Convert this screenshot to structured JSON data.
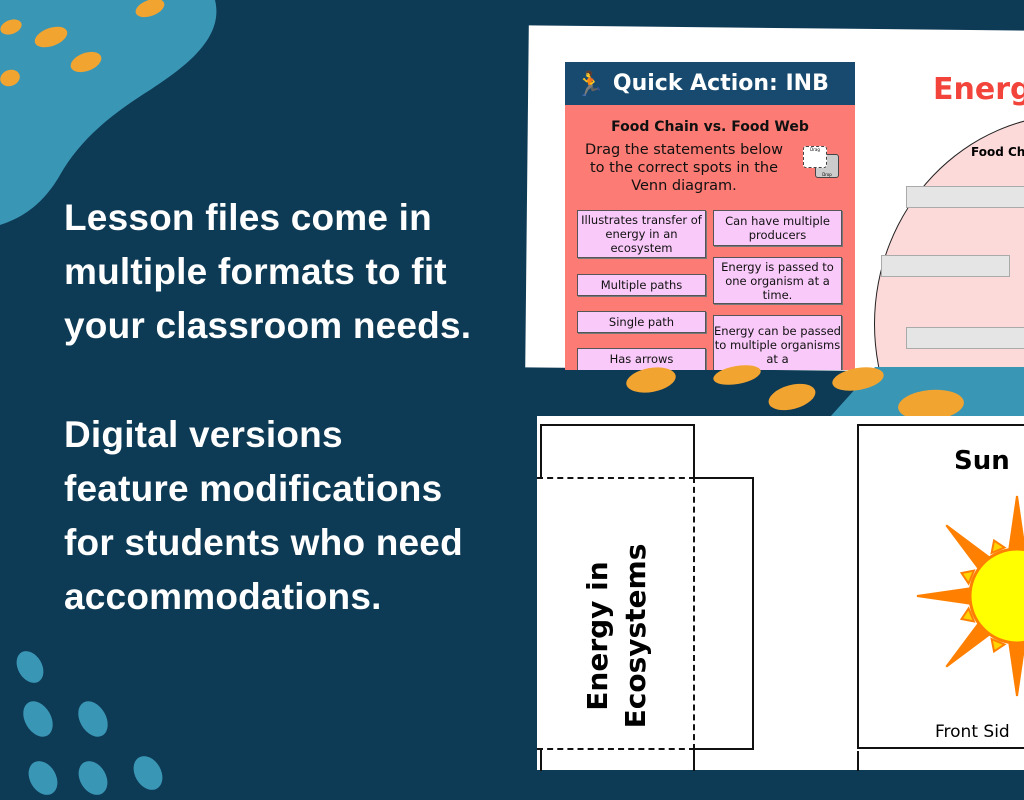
{
  "headline": {
    "block1": [
      "Lesson files come in",
      "multiple formats to fit",
      "your classroom needs."
    ],
    "block2": [
      "Digital versions",
      "feature modifications",
      "for students who need",
      "accommodations."
    ]
  },
  "quick_action": {
    "header": "Quick Action: INB",
    "icon": "running-person-icon",
    "title": "Food Chain vs. Food Web",
    "instructions": "Drag the statements below to the correct spots in the Venn diagram.",
    "drag_icon_labels": [
      "Drag",
      "Drop"
    ],
    "statements": [
      "Illustrates transfer of energy in an ecosystem",
      "Can have multiple producers",
      "Multiple paths",
      "Energy is passed to one organism at a time.",
      "Single path",
      "Energy can be passed to multiple organisms at a",
      "Has arrows"
    ]
  },
  "venn": {
    "title": "Energ",
    "circle_label": "Food Ch"
  },
  "foldable": {
    "flap_title": "Energy in Ecosystems",
    "card_title": "Sun",
    "card_footer": "Front Sid"
  },
  "colors": {
    "background": "#0d3a55",
    "accent_orange": "#f2a431",
    "accent_blue": "#3a96b5",
    "card_red": "#fc7b74",
    "chip_pink": "#f9c9f9"
  }
}
